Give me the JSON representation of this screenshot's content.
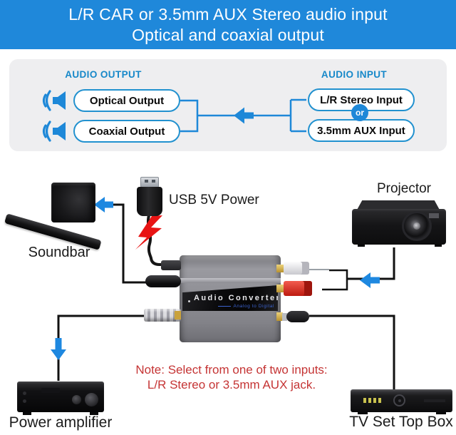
{
  "banner": {
    "line1": "L/R CAR or 3.5mm AUX Stereo audio input",
    "line2": "Optical and coaxial output"
  },
  "panel": {
    "output": {
      "title": "AUDIO OUTPUT",
      "items": [
        "Optical Output",
        "Coaxial Output"
      ]
    },
    "input": {
      "title": "AUDIO INPUT",
      "or_label": "or",
      "items": [
        "L/R Stereo Input",
        "3.5mm AUX Input"
      ]
    }
  },
  "device": {
    "name": "Audio Converter",
    "subtitle": "Analog to Digital"
  },
  "labels": {
    "soundbar": "Soundbar",
    "usb_power": "USB 5V Power",
    "projector": "Projector",
    "power_amplifier": "Power amplifier",
    "tv_set_top_box": "TV Set Top Box"
  },
  "note": {
    "line1": "Note: Select from one of two inputs:",
    "line2": "L/R Stereo or 3.5mm AUX jack."
  },
  "colors": {
    "banner_blue": "#1f88da",
    "accent_blue": "#1e88d8",
    "note_red": "#c53434",
    "lightning_red": "#e81414",
    "panel_gray": "#eeeef0"
  },
  "icons": {
    "speaker-wave-icon": "css/svg shape",
    "arrow-left-icon": "svg polygon",
    "arrow-down-icon": "svg polygon",
    "lightning-bolt-icon": "svg polygon",
    "usb-plug-icon": "css shape"
  }
}
